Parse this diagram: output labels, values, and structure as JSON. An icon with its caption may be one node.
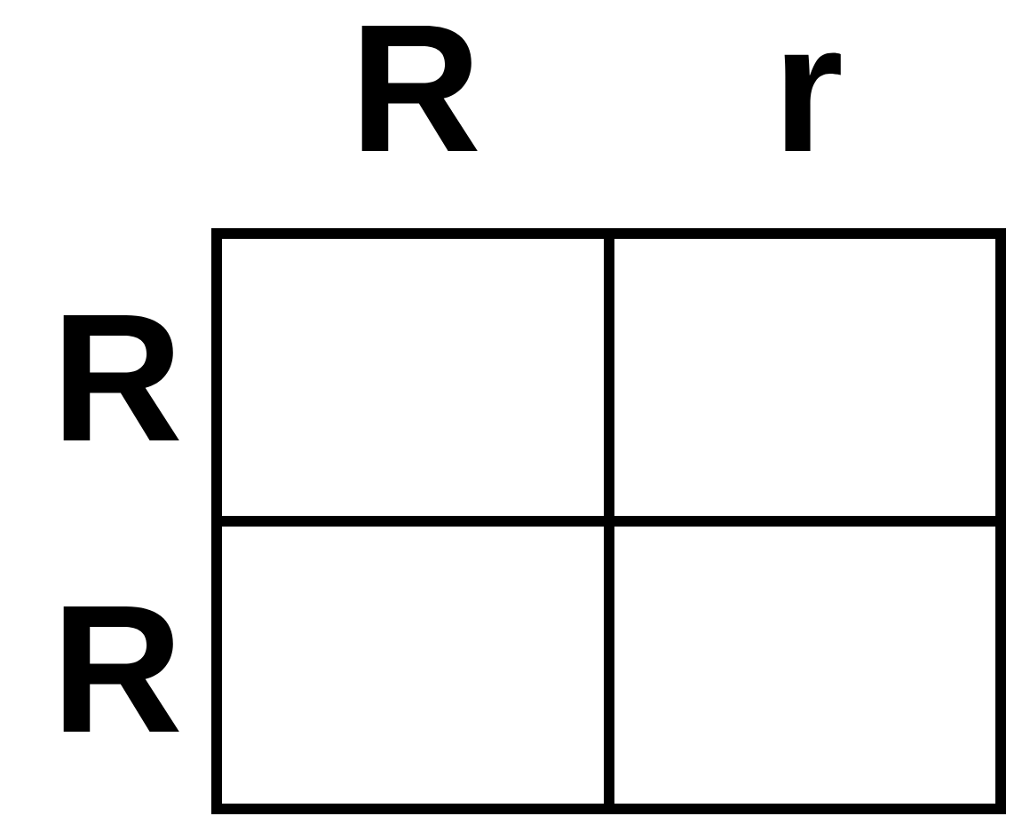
{
  "diagram": {
    "labels": [
      "R",
      "r",
      "R",
      "R"
    ]
  }
}
